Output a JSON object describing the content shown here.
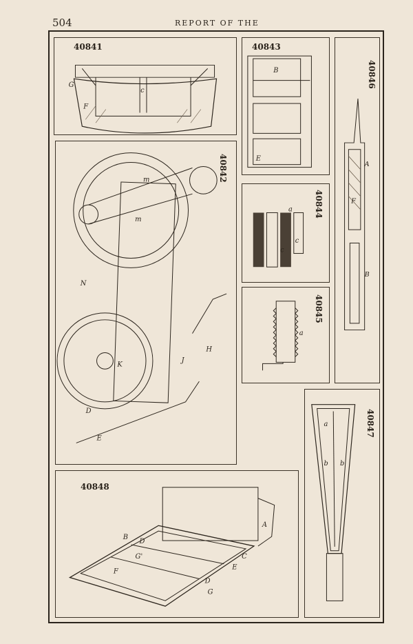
{
  "header": {
    "page_number": "504",
    "running_head": "REPORT OF THE"
  },
  "figures": [
    {
      "id": "f40841",
      "number": "40841",
      "labels": [
        "G",
        "F",
        "c"
      ]
    },
    {
      "id": "f40843",
      "number": "40843",
      "labels": [
        "B",
        "E"
      ]
    },
    {
      "id": "f40846",
      "number": "40846",
      "labels": [
        "A",
        "B",
        "F"
      ]
    },
    {
      "id": "f40842",
      "number": "40842",
      "labels": [
        "m",
        "m",
        "N",
        "D",
        "E",
        "K",
        "J",
        "H"
      ]
    },
    {
      "id": "f40844",
      "number": "40844",
      "labels": [
        "a",
        "c",
        "c"
      ]
    },
    {
      "id": "f40845",
      "number": "40845",
      "labels": [
        "a"
      ]
    },
    {
      "id": "f40847",
      "number": "40847",
      "labels": [
        "a",
        "b",
        "b"
      ]
    },
    {
      "id": "f40848",
      "number": "40848",
      "labels": [
        "B",
        "D",
        "G'",
        "F",
        "A",
        "C",
        "E",
        "D",
        "G"
      ]
    }
  ]
}
